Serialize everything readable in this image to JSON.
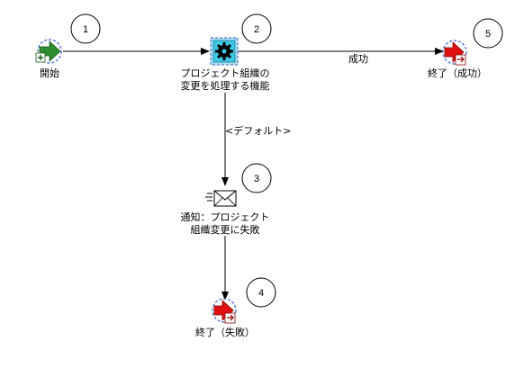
{
  "nodes": {
    "start": {
      "label": "開始",
      "step": "1",
      "icon": "start-arrow-icon"
    },
    "process": {
      "label_line1": "プロジェクト組織の",
      "label_line2": "変更を処理する機能",
      "step": "2",
      "icon": "gear-function-icon"
    },
    "notify": {
      "label_line1": "通知：プロジェクト",
      "label_line2": "組織変更に失敗",
      "step": "3",
      "icon": "envelope-notification-icon"
    },
    "end_fail": {
      "label": "終了（失敗）",
      "step": "4",
      "icon": "end-stop-icon"
    },
    "end_success": {
      "label": "終了（成功）",
      "step": "5",
      "icon": "end-stop-icon"
    }
  },
  "edges": {
    "success_label": "成功",
    "default_label": "<デフォルト>"
  },
  "colors": {
    "start_green": "#2e8b2e",
    "end_red": "#e01010",
    "function_cyan": "#3cc8e6",
    "node_blue": "#3a5fcd",
    "line": "#000000"
  }
}
